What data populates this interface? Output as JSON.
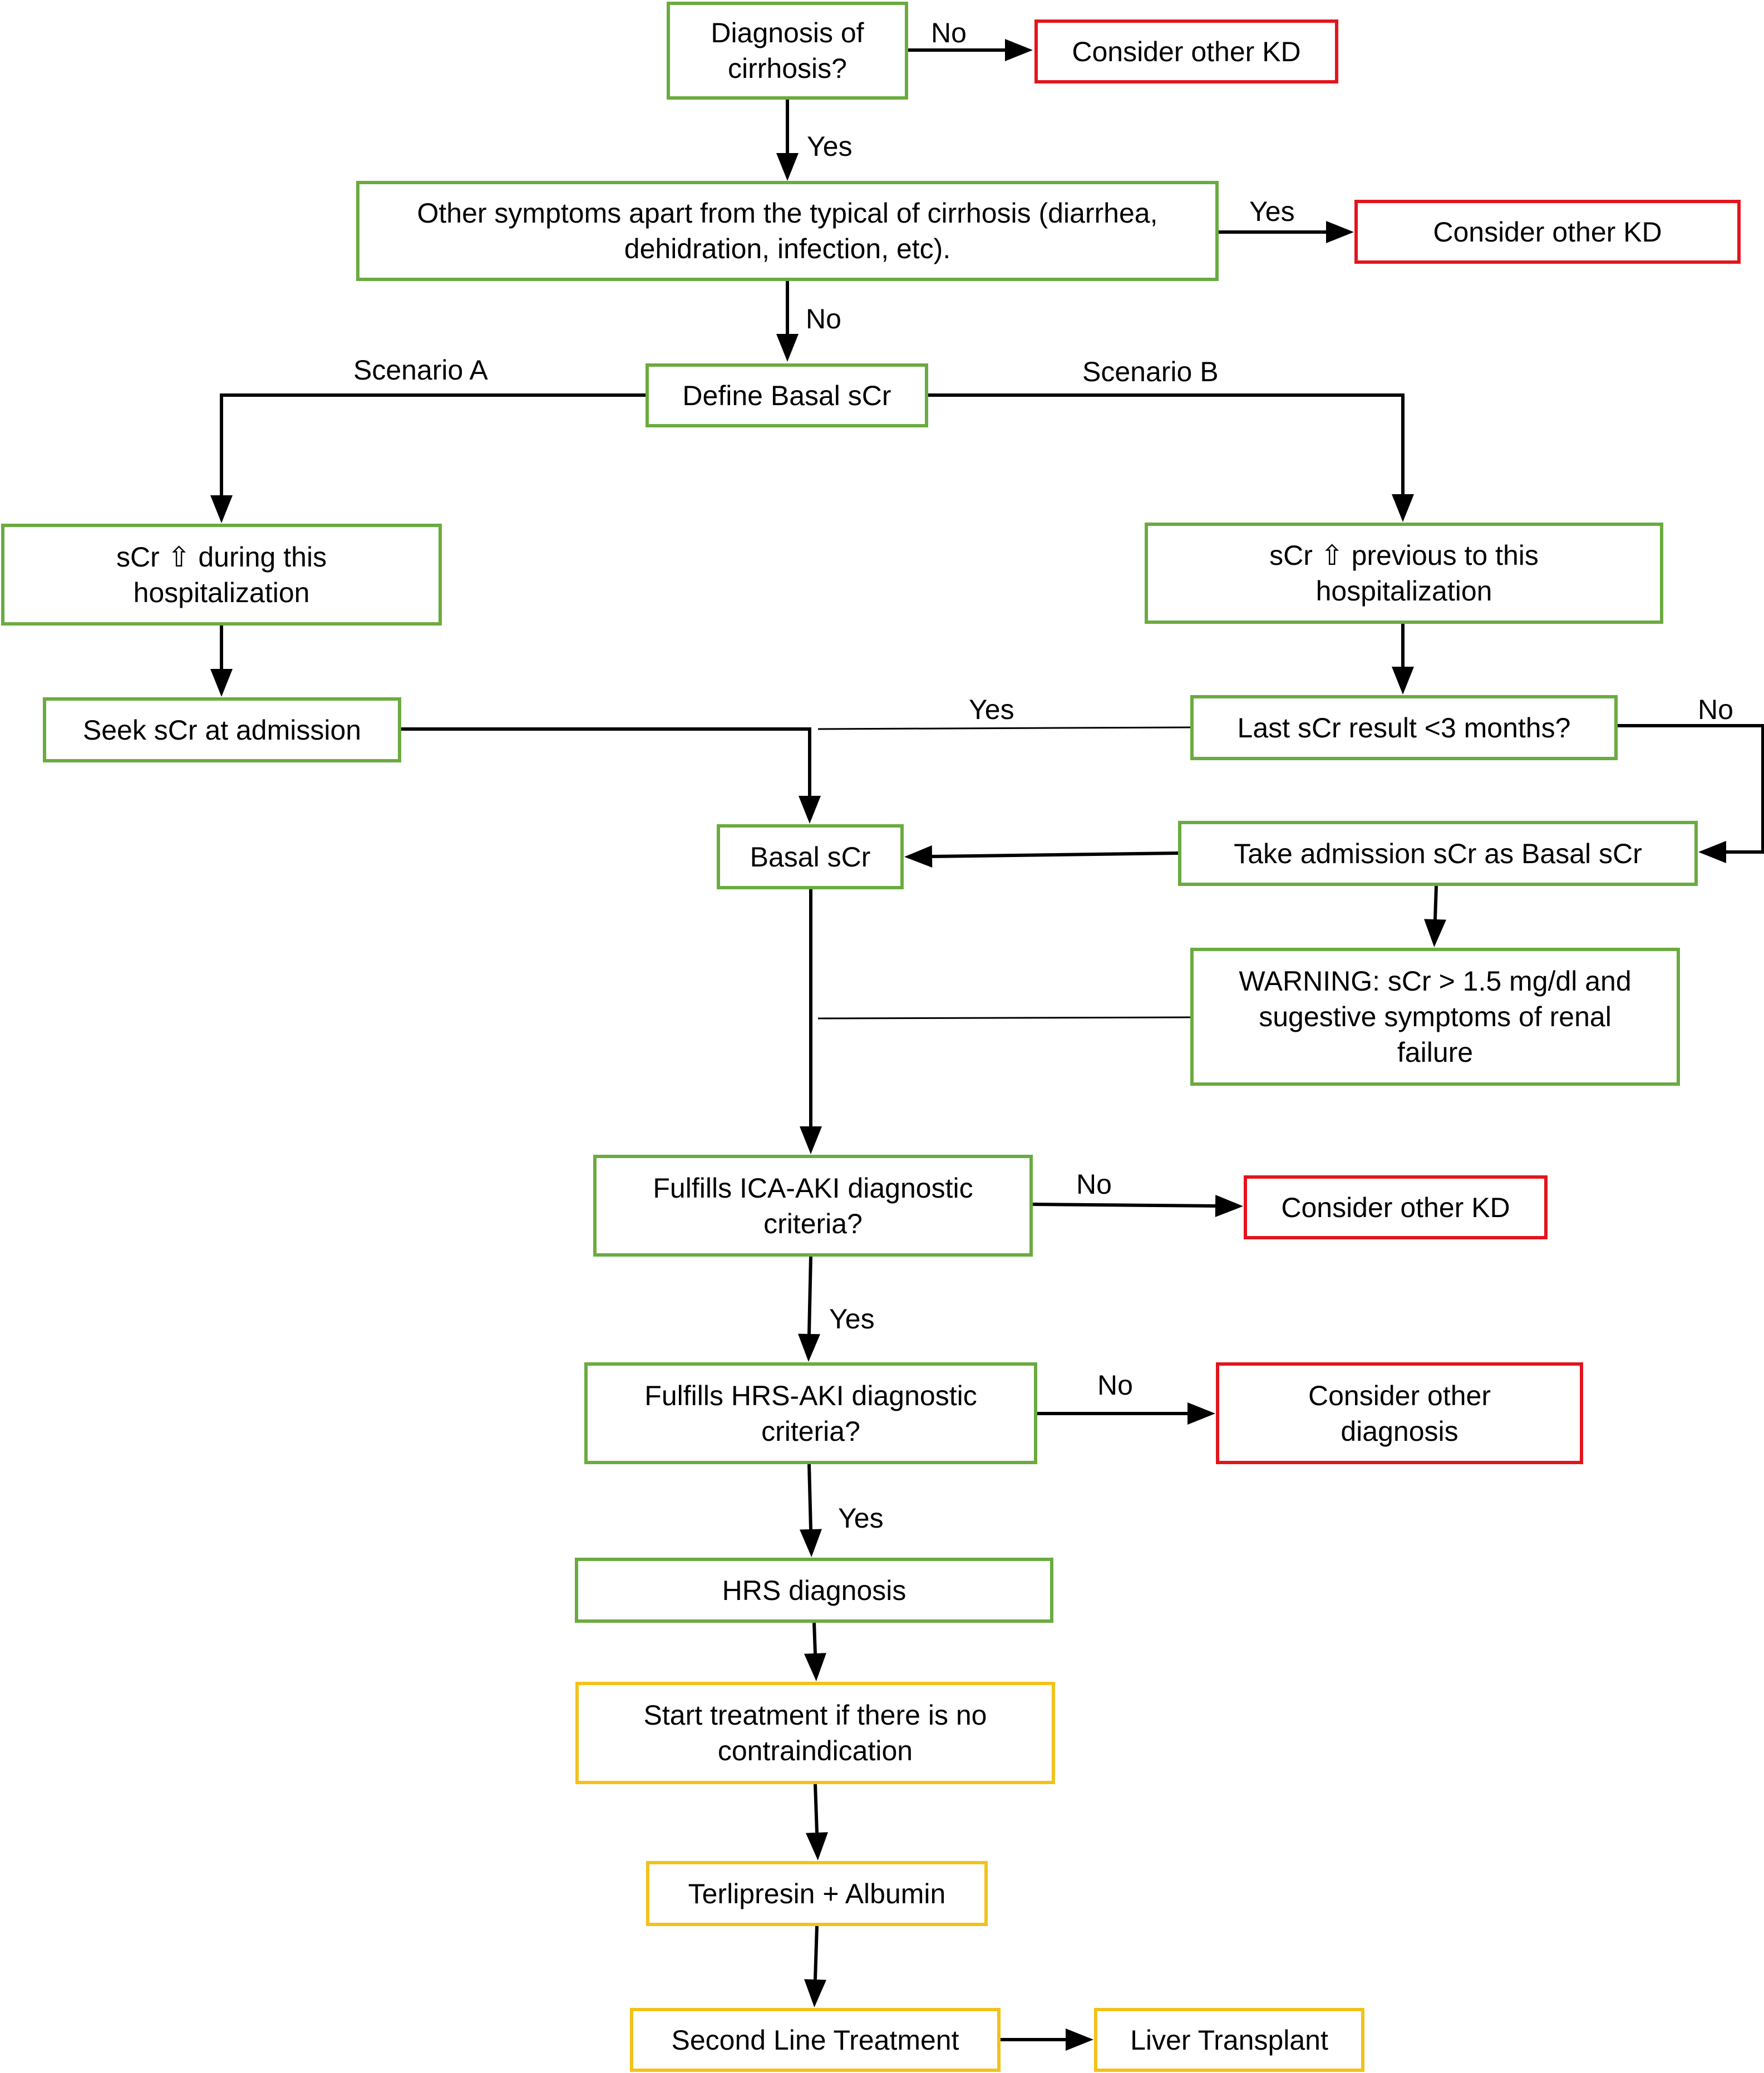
{
  "colors": {
    "decision": "#6aab3f",
    "alternative": "#e2151c",
    "treatment": "#f2c21b",
    "line": "#000000"
  },
  "nodes": {
    "cirrhosis": "Diagnosis of\ncirrhosis?",
    "kd1": "Consider other KD",
    "symptoms": "Other symptoms apart from the typical of cirrhosis (diarrhea,\ndehidration, infection, etc).",
    "kd2": "Consider other KD",
    "basal_define": "Define Basal sCr",
    "during": "sCr ⇧ during this\nhospitalization",
    "previous": "sCr ⇧ previous to this\nhospitalization",
    "seek": "Seek sCr at admission",
    "last": "Last  sCr result <3 months?",
    "basal": "Basal sCr",
    "take": "Take admission sCr as  Basal sCr",
    "warning": "WARNING: sCr > 1.5 mg/dl and\nsugestive symptoms of renal\nfailure",
    "ica": "Fulfills ICA-AKI diagnostic\ncriteria?",
    "kd3": "Consider other KD",
    "hrsaki": "Fulfills HRS-AKI diagnostic\ncriteria?",
    "other_dx": "Consider other\ndiagnosis",
    "hrs": "HRS diagnosis",
    "start": "Start treatment if there is no\ncontraindication",
    "terli": "Terlipresin + Albumin",
    "second": "Second Line Treatment",
    "liver": "Liver Transplant"
  },
  "edge_labels": {
    "cirrhosis_no": "No",
    "cirrhosis_yes": "Yes",
    "symptoms_yes": "Yes",
    "symptoms_no": "No",
    "scenario_a": "Scenario  A",
    "scenario_b": "Scenario B",
    "last_yes": "Yes",
    "last_no": "No",
    "ica_no": "No",
    "ica_yes": "Yes",
    "hrsaki_no": "No",
    "hrsaki_yes": "Yes"
  }
}
